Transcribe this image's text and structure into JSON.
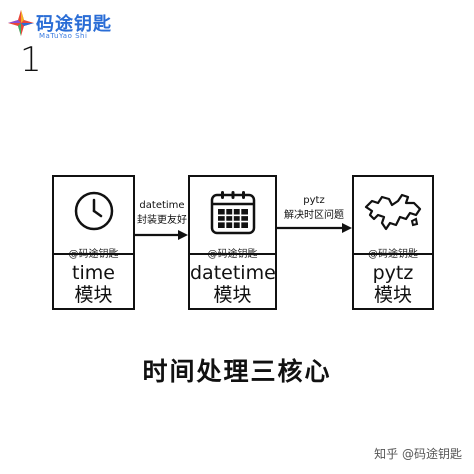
{
  "brand": {
    "name": "码途钥匙",
    "subtitle": "MaTuYao Shi"
  },
  "step_number": "1",
  "modules": [
    {
      "icon": "clock-icon",
      "watermark": "@码途钥匙",
      "name": "time",
      "sub": "模块"
    },
    {
      "icon": "calendar-icon",
      "watermark": "@码途钥匙",
      "name": "datetime",
      "sub": "模块"
    },
    {
      "icon": "map-icon",
      "watermark": "@码途钥匙",
      "name": "pytz",
      "sub": "模块"
    }
  ],
  "arrows": [
    {
      "line1": "datetime",
      "line2": "封装更友好"
    },
    {
      "line1": "pytz",
      "line2": "解决时区问题"
    }
  ],
  "title": "时间处理三核心",
  "footer": "知乎 @码途钥匙"
}
